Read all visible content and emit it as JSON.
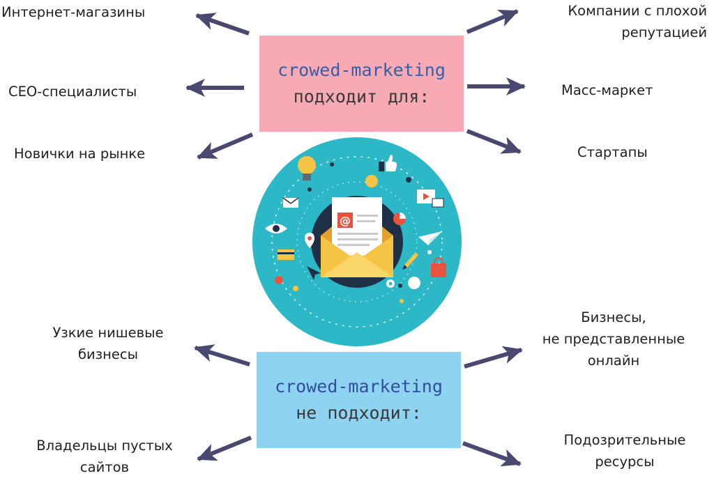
{
  "boxes": {
    "suitable": {
      "line1": "crowed-marketing",
      "line2": "подходит для:",
      "color": "#f8aab4"
    },
    "unsuitable": {
      "line1": "crowed-marketing",
      "line2": "не подходит:",
      "color": "#8fd3f3"
    }
  },
  "suitable_for": {
    "online_stores": "Интернет-магазины",
    "seo_specialists": "СЕО-специалисты",
    "market_newcomers": "Новички на рынке",
    "bad_reputation": [
      "Компании с плохой",
      "репутацией"
    ],
    "mass_market": "Масс-маркет",
    "startups": "Стартапы"
  },
  "not_suitable_for": {
    "niche_businesses": [
      "Узкие нишевые",
      "бизнесы"
    ],
    "empty_sites": [
      "Владельцы пустых",
      "сайтов"
    ],
    "offline_businesses": [
      "Бизнесы,",
      "не представленные",
      "онлайн"
    ],
    "suspicious_resources": [
      "Подозрительные",
      "ресурсы"
    ]
  },
  "colors": {
    "arrow": "#4a4870",
    "circle": "#2cb8c7",
    "envelope": "#f6c445",
    "accent": "#e8533f"
  },
  "icons": [
    "lightbulb-icon",
    "thumbs-up-icon",
    "mail-icon",
    "video-icon",
    "pie-chart-icon",
    "eye-icon",
    "paper-plane-icon",
    "location-pin-icon",
    "credit-card-icon",
    "pencil-icon",
    "shopping-bag-icon",
    "cursor-icon",
    "gear-icon",
    "envelope-icon"
  ],
  "email_symbol": "@"
}
